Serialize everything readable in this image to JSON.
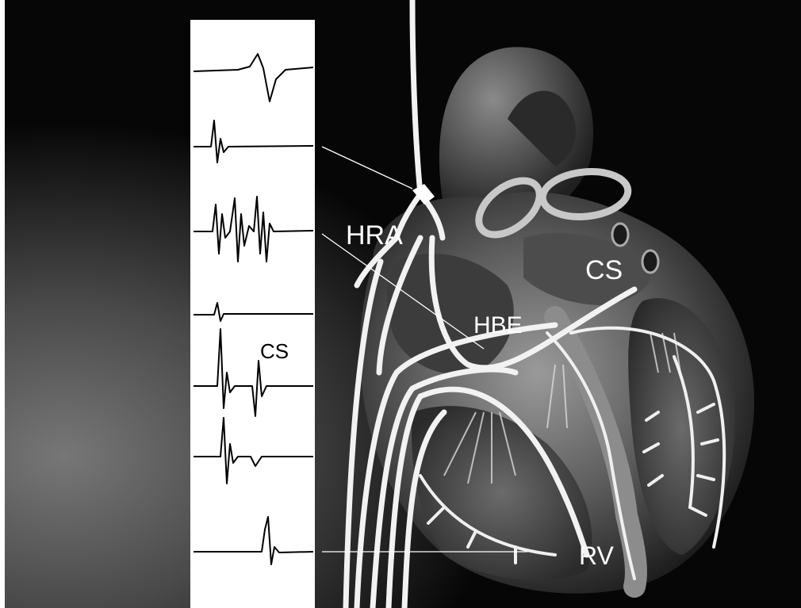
{
  "labels": {
    "hra": "HRA",
    "cs_heart": "CS",
    "hbe": "HBE",
    "rv": "RV",
    "cs_strip": "CS"
  },
  "colors": {
    "background_dark": "#050505",
    "background_light": "#6a6a6a",
    "panel": "#ffffff",
    "trace": "#000000",
    "catheter": "#f2f2f2",
    "heart_tissue": "#5e5e5e"
  },
  "traces": [
    {
      "name": "surface-ecg",
      "shape": "wide-deflection"
    },
    {
      "name": "hra-electrogram",
      "shape": "single-spike"
    },
    {
      "name": "hbe-electrogram",
      "shape": "multi-spike"
    },
    {
      "name": "cs-proximal-electrogram",
      "shape": "small-spike"
    },
    {
      "name": "cs-distal-electrogram",
      "shape": "double-spike"
    },
    {
      "name": "cs-electrogram-3",
      "shape": "spike-dip"
    },
    {
      "name": "rv-electrogram",
      "shape": "single-spike"
    }
  ]
}
